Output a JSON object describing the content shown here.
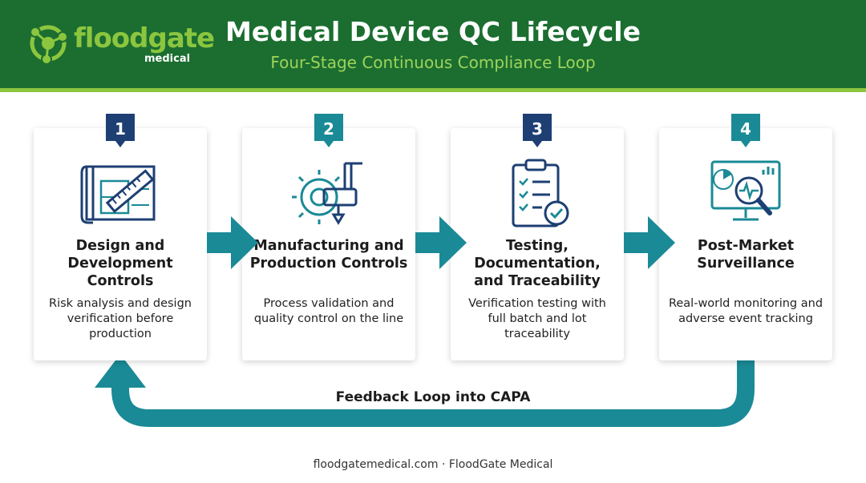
{
  "header": {
    "logo_word": "floodgate",
    "logo_sub": "medical",
    "title": "Medical Device QC Lifecycle",
    "subtitle": "Four-Stage Continuous Compliance Loop"
  },
  "colors": {
    "header_green": "#1b6e30",
    "accent_lime": "#8cc63f",
    "navy": "#1d3f73",
    "teal": "#1a8a96"
  },
  "stages": [
    {
      "number": "1",
      "title": "Design and Development Controls",
      "description": "Risk analysis and design verification before production",
      "icon": "blueprint-ruler-icon",
      "badge_color": "#1d3f73"
    },
    {
      "number": "2",
      "title": "Manufacturing and Production Controls",
      "description": "Process validation and quality control on the line",
      "icon": "gear-machine-icon",
      "badge_color": "#1a8a96"
    },
    {
      "number": "3",
      "title": "Testing, Documentation, and Traceability",
      "description": "Verification testing with full batch and lot traceability",
      "icon": "clipboard-checklist-icon",
      "badge_color": "#1d3f73"
    },
    {
      "number": "4",
      "title": "Post-Market Surveillance",
      "description": "Real-world monitoring and adverse event tracking",
      "icon": "monitor-magnifier-icon",
      "badge_color": "#1a8a96"
    }
  ],
  "loop": {
    "label": "Feedback Loop into CAPA"
  },
  "footer": {
    "text": "floodgatemedical.com · FloodGate Medical"
  }
}
